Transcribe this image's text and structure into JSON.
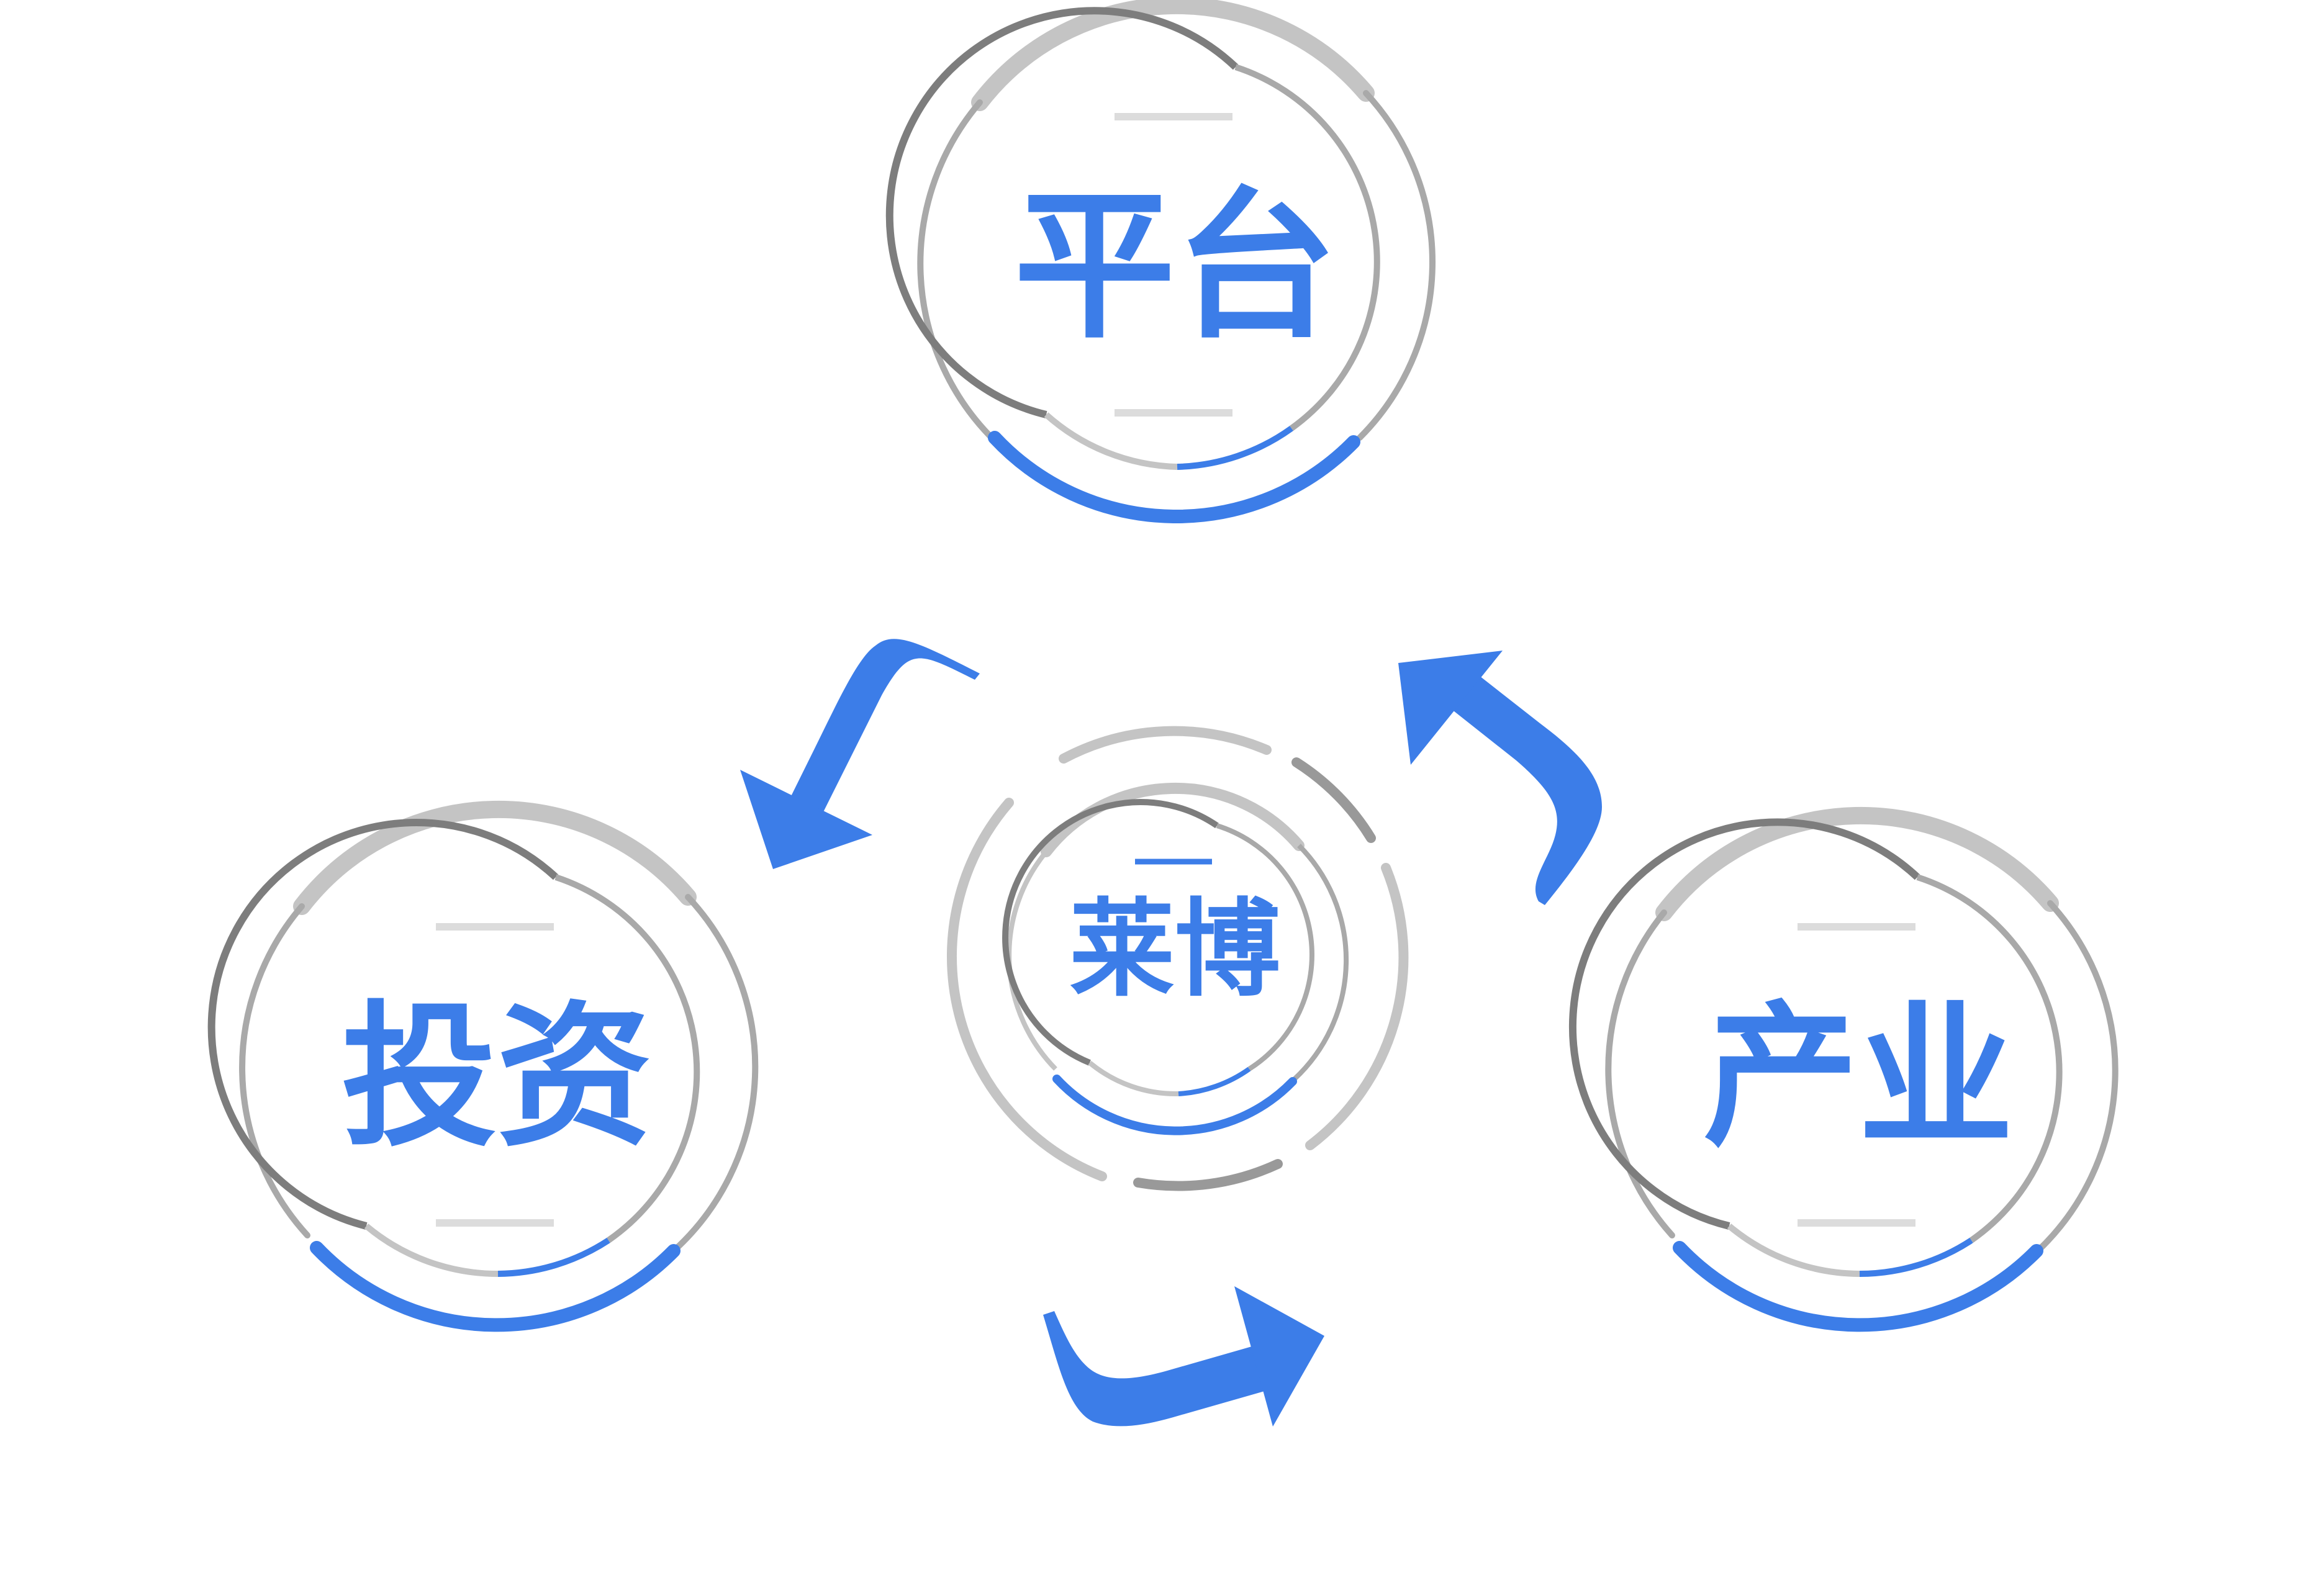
{
  "nodes": {
    "top": {
      "label": "平台"
    },
    "left": {
      "label": "投资"
    },
    "right": {
      "label": "产业"
    },
    "center": {
      "label": "莱博"
    }
  },
  "flow": {
    "direction": "counter-clockwise",
    "order": [
      "平台",
      "投资",
      "产业"
    ]
  },
  "colors": {
    "accent_blue": "#3c7de8",
    "ring_gray_light": "#c4c4c4",
    "ring_gray_mid": "#a9a9a9",
    "ring_gray_dark": "#7d7d7d",
    "divider": "#dcdcdc"
  }
}
